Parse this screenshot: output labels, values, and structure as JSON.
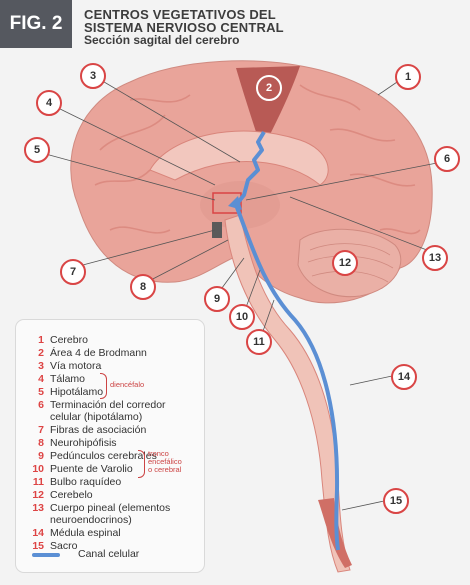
{
  "figure": {
    "tab": "FIG. 2",
    "title_line1": "CENTROS VEGETATIVOS DEL",
    "title_line2": "SISTEMA NERVIOSO CENTRAL",
    "subtitle": "Sección sagital del cerebro"
  },
  "callouts": [
    "1",
    "2",
    "3",
    "4",
    "5",
    "6",
    "7",
    "8",
    "9",
    "10",
    "11",
    "12",
    "13",
    "14",
    "15"
  ],
  "legend": {
    "items": [
      {
        "num": "1",
        "text": "Cerebro"
      },
      {
        "num": "2",
        "text": "Área 4 de Brodmann"
      },
      {
        "num": "3",
        "text": "Vía motora"
      },
      {
        "num": "4",
        "text": "Tálamo"
      },
      {
        "num": "5",
        "text": "Hipotálamo"
      },
      {
        "num": "6",
        "text": "Terminación del corredor"
      },
      {
        "num": "",
        "text": "celular (hipotálamo)"
      },
      {
        "num": "7",
        "text": "Fibras de asociación"
      },
      {
        "num": "8",
        "text": "Neurohipófisis"
      },
      {
        "num": "9",
        "text": "Pedúnculos cerebrales"
      },
      {
        "num": "10",
        "text": "Puente de Varolio"
      },
      {
        "num": "11",
        "text": "Bulbo raquídeo"
      },
      {
        "num": "12",
        "text": "Cerebelo"
      },
      {
        "num": "13",
        "text": "Cuerpo pineal (elementos"
      },
      {
        "num": "",
        "text": "neuroendocrinos)"
      },
      {
        "num": "14",
        "text": "Médula espinal"
      },
      {
        "num": "15",
        "text": "Sacro"
      }
    ],
    "group_diencefalo": "diencéfalo",
    "group_tronco_1": "tronco",
    "group_tronco_2": "encefálico",
    "group_tronco_3": "o cerebral",
    "canal_label": "Canal celular"
  },
  "colors": {
    "brain": "#e9a49a",
    "brain_dark": "#c9665f",
    "motor_area": "#b85a55",
    "canal": "#5b8fd4",
    "callout_ring": "#d94545",
    "cord": "#f0c3b8"
  }
}
